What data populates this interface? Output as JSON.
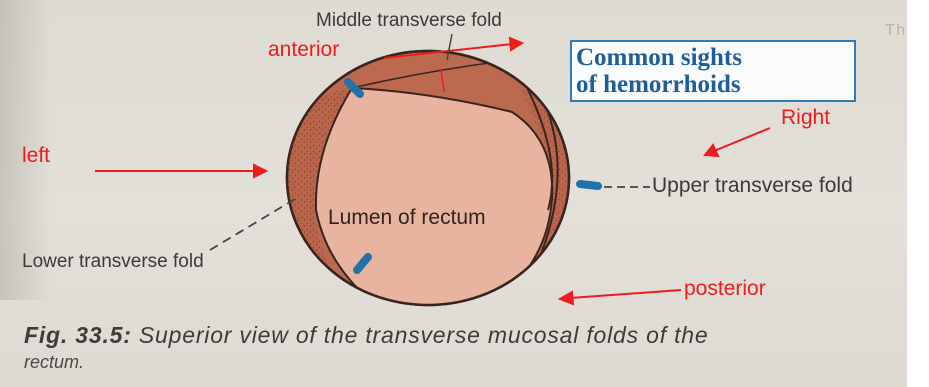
{
  "labels": {
    "middle_transverse_fold": "Middle transverse fold",
    "anterior": "anterior",
    "left": "left",
    "right": "Right",
    "upper_transverse_fold": "Upper transverse fold",
    "lumen_of_rectum": "Lumen of rectum",
    "lower_transverse_fold": "Lower transverse fold",
    "posterior": "posterior"
  },
  "callout": {
    "line1": "Common sights",
    "line2": "of hemorrhoids"
  },
  "caption": {
    "figure_number": "Fig. 33.5:",
    "text": "Superior view of the transverse mucosal folds of the",
    "text_continued": "rectum."
  },
  "colors": {
    "annotation_red": "#ee1c1c",
    "marker_blue": "#1f73a8",
    "callout_border": "#2e7bb5",
    "callout_text": "#1f5f96",
    "fold_dark": "#b35e45",
    "lumen_light": "#e8b49f"
  }
}
